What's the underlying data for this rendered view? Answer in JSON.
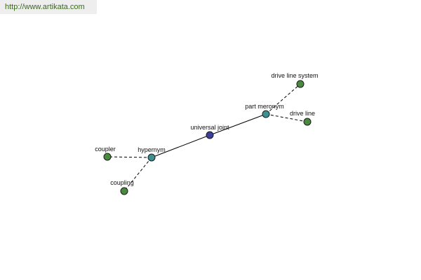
{
  "banner": {
    "url": "http://www.artikata.com",
    "text_color": "#3a6a1a"
  },
  "diagram": {
    "colors": {
      "center": "#3d3d9a",
      "relation": "#3d9090",
      "term": "#4a8a3e"
    },
    "nodes": [
      {
        "id": "universal-joint",
        "label": "universal joint",
        "kind": "center"
      },
      {
        "id": "part-meronym",
        "label": "part meronym",
        "kind": "relation"
      },
      {
        "id": "hypernym",
        "label": "hypernym",
        "kind": "relation"
      },
      {
        "id": "drive-line-system",
        "label": "drive line system",
        "kind": "term"
      },
      {
        "id": "drive-line",
        "label": "drive line",
        "kind": "term"
      },
      {
        "id": "coupler",
        "label": "coupler",
        "kind": "term"
      },
      {
        "id": "coupling",
        "label": "coupling",
        "kind": "term"
      }
    ],
    "edges": [
      {
        "from": "universal-joint",
        "to": "part-meronym",
        "style": "solid"
      },
      {
        "from": "universal-joint",
        "to": "hypernym",
        "style": "solid"
      },
      {
        "from": "part-meronym",
        "to": "drive-line-system",
        "style": "dashed"
      },
      {
        "from": "part-meronym",
        "to": "drive-line",
        "style": "dashed"
      },
      {
        "from": "hypernym",
        "to": "coupler",
        "style": "dashed"
      },
      {
        "from": "hypernym",
        "to": "coupling",
        "style": "dashed"
      }
    ]
  }
}
